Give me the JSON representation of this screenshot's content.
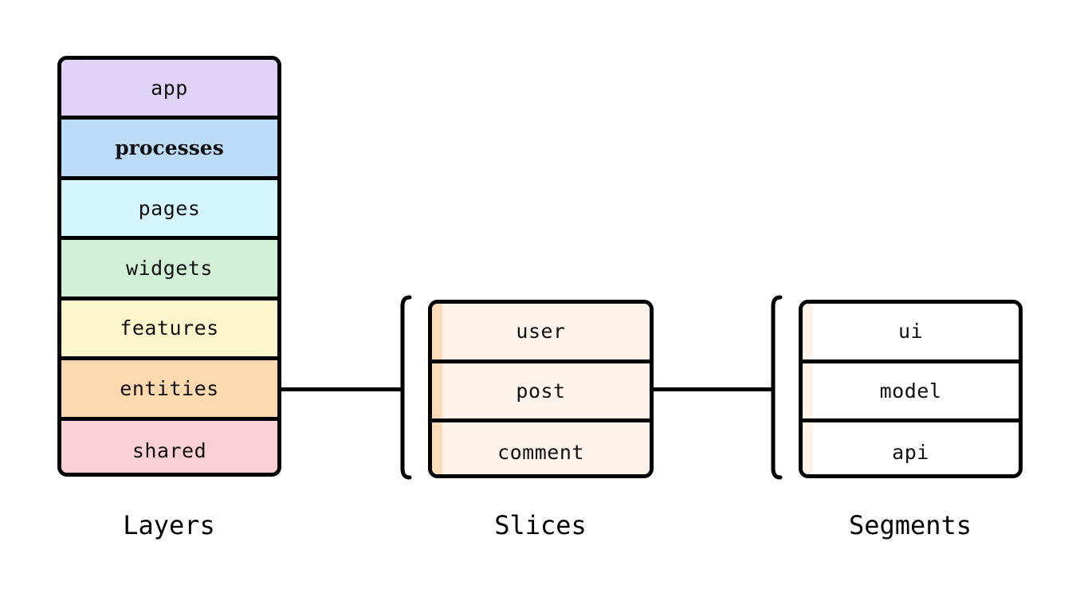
{
  "background_color": "#ffffff",
  "border_color": "#000000",
  "columns": {
    "layers": {
      "caption": "Layers",
      "rows": [
        {
          "label": "app",
          "fill": "#e0d3f5",
          "bold": false
        },
        {
          "label": "processes",
          "fill": "#bcdcfa",
          "bold": true
        },
        {
          "label": "pages",
          "fill": "#d4f5fc",
          "bold": false
        },
        {
          "label": "widgets",
          "fill": "#d2efd7",
          "bold": false
        },
        {
          "label": "features",
          "fill": "#fcf6cd",
          "bold": false
        },
        {
          "label": "entities",
          "fill": "#fbd8ae",
          "bold": false
        },
        {
          "label": "shared",
          "fill": "#fbd0d4",
          "bold": false
        }
      ]
    },
    "slices": {
      "caption": "Slices",
      "accent_color": "#fbdcb9",
      "fill": "#fdf3ea",
      "rows": [
        {
          "label": "user"
        },
        {
          "label": "post"
        },
        {
          "label": "comment"
        }
      ]
    },
    "segments": {
      "caption": "Segments",
      "accent_color": "#fdf3ea",
      "fill": "#ffffff",
      "rows": [
        {
          "label": "ui"
        },
        {
          "label": "model"
        },
        {
          "label": "api"
        }
      ]
    }
  },
  "connectors": [
    {
      "from": "entities-layer",
      "to": "slices-bracket"
    },
    {
      "from": "slices-box",
      "to": "segments-bracket"
    }
  ]
}
